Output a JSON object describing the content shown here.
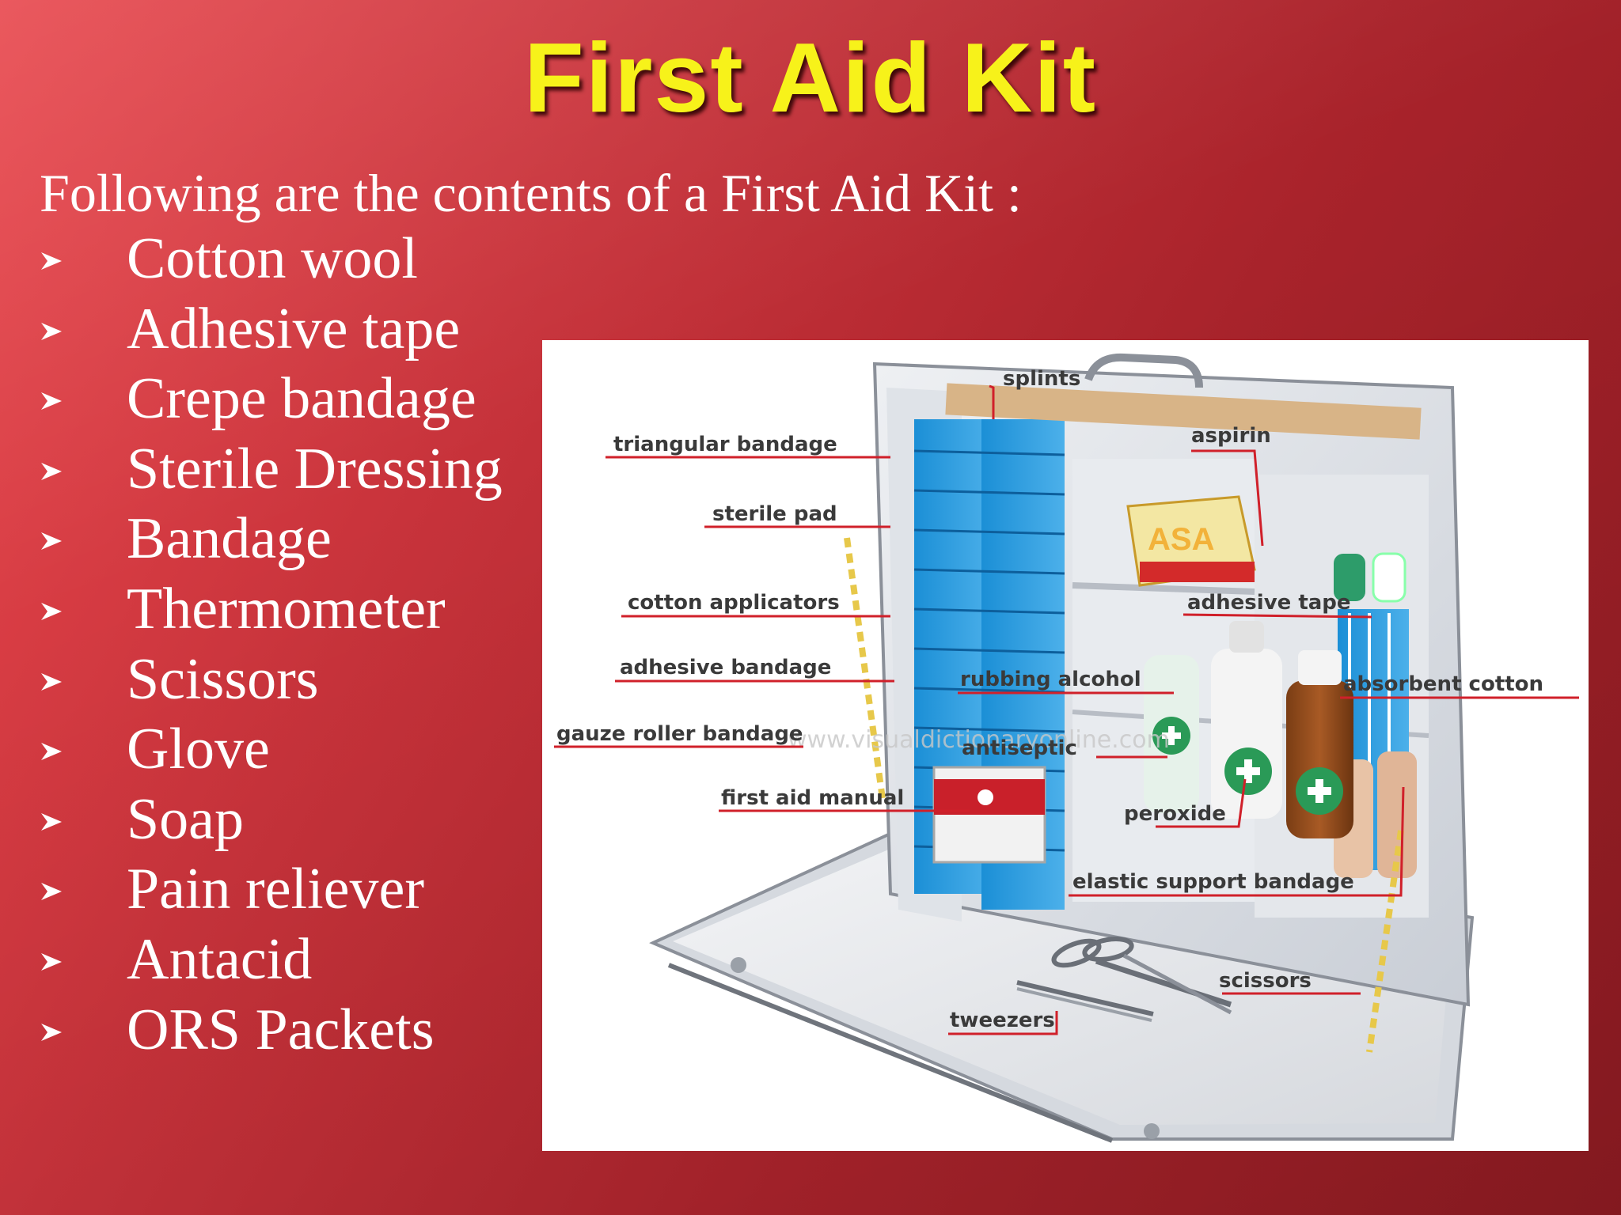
{
  "title": "First Aid Kit",
  "intro": "Following are the contents of a First Aid Kit :",
  "colors": {
    "title": "#f7f21a",
    "text": "#ffffff",
    "label_line": "#d0202a"
  },
  "bullet_icon": "arrowhead-bullet-icon",
  "items": [
    "Cotton wool",
    "Adhesive tape",
    "Crepe bandage",
    "Sterile Dressing",
    "Bandage",
    "Thermometer",
    "Scissors",
    "Glove",
    "Soap",
    "Pain reliever",
    "Antacid",
    "ORS Packets"
  ],
  "diagram": {
    "labels": {
      "splints": "splints",
      "triangular_bandage": "triangular bandage",
      "aspirin": "aspirin",
      "sterile_pad": "sterile pad",
      "cotton_applicators": "cotton applicators",
      "adhesive_tape": "adhesive tape",
      "adhesive_bandage": "adhesive bandage",
      "rubbing_alcohol": "rubbing alcohol",
      "absorbent_cotton": "absorbent cotton",
      "gauze_roller_bandage": "gauze roller bandage",
      "antiseptic": "antiseptic",
      "first_aid_manual": "first aid manual",
      "peroxide": "peroxide",
      "elastic_support_bandage": "elastic support bandage",
      "scissors": "scissors",
      "tweezers": "tweezers",
      "box_text": "ASA"
    },
    "watermark": "www.visualdictionaryonline.com"
  }
}
